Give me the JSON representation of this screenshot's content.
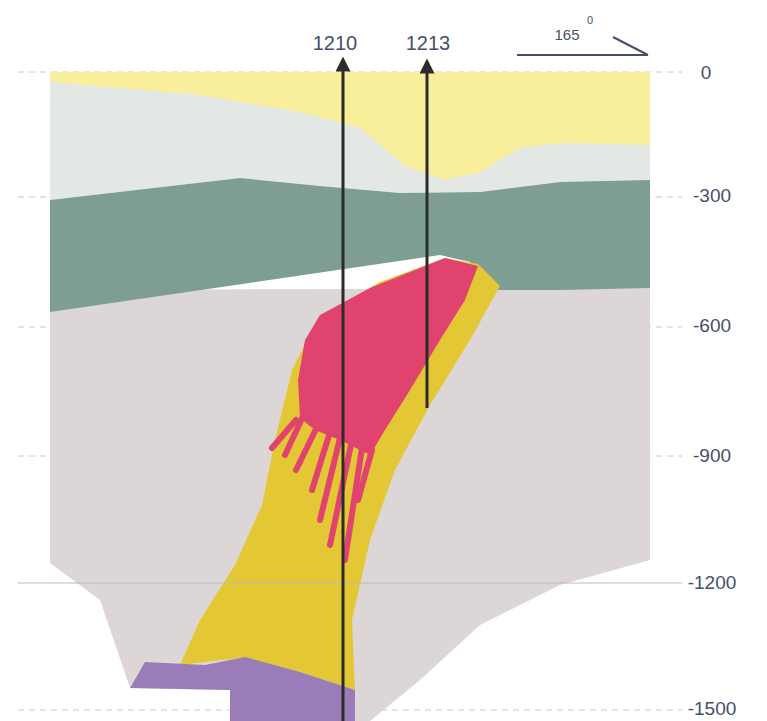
{
  "diagram": {
    "labels": [
      "1210",
      "1213",
      "165",
      "0",
      "0",
      "-300",
      "-600",
      "-900",
      "-1200",
      "-1500"
    ]
  }
}
